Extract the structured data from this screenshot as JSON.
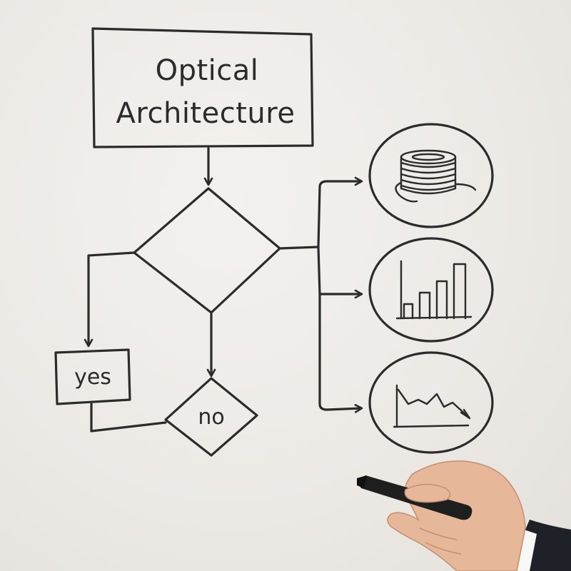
{
  "title_box": {
    "line1": "Optical",
    "line2": "Architecture"
  },
  "decision_yes": {
    "label": "yes"
  },
  "decision_no": {
    "label": "no"
  },
  "icons": {
    "top": "fiber-coil-icon",
    "middle": "bar-chart-icon",
    "bottom": "line-chart-icon"
  },
  "colors": {
    "ink": "#2b2b2b",
    "board": "#eeebe7",
    "skin": "#e7b79a",
    "marker": "#1f1f1f",
    "suit": "#1e2228"
  }
}
